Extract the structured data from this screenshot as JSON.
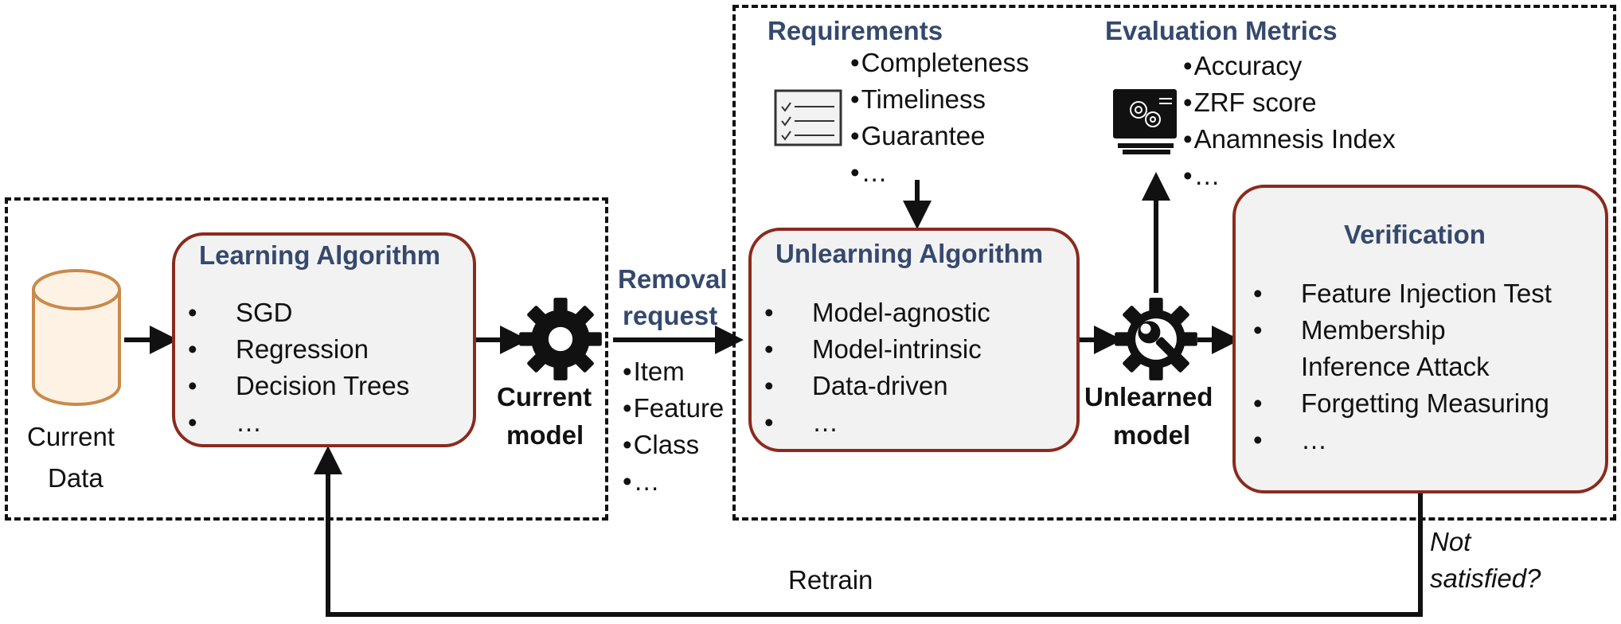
{
  "data_store": {
    "label_line1": "Current",
    "label_line2": "Data"
  },
  "learning": {
    "title": "Learning Algorithm",
    "items": [
      "SGD",
      "Regression",
      "Decision Trees",
      "…"
    ]
  },
  "current_model": {
    "line1": "Current",
    "line2": "model"
  },
  "removal": {
    "label_line1": "Removal",
    "label_line2": "request",
    "items": [
      "Item",
      "Feature",
      "Class",
      "…"
    ]
  },
  "requirements": {
    "title": "Requirements",
    "items": [
      "Completeness",
      "Timeliness",
      "Guarantee",
      "…"
    ]
  },
  "evaluation": {
    "title": "Evaluation Metrics",
    "items": [
      "Accuracy",
      "ZRF score",
      "Anamnesis Index",
      "…"
    ]
  },
  "unlearning": {
    "title": "Unlearning Algorithm",
    "items": [
      "Model-agnostic",
      "Model-intrinsic",
      "Data-driven",
      "…"
    ]
  },
  "unlearned_model": {
    "line1": "Unlearned",
    "line2": "model"
  },
  "verification": {
    "title": "Verification",
    "items": [
      "Feature Injection Test",
      "Membership",
      "Inference Attack",
      "Forgetting Measuring",
      "…"
    ]
  },
  "feedback": {
    "retrain": "Retrain",
    "not_satisfied_line1": "Not",
    "not_satisfied_line2": "satisfied?"
  },
  "colors": {
    "panel_border": "#8b2a1e",
    "title": "#35496e",
    "panel_fill": "#f2f2f2",
    "cylinder": "#c98a4a"
  },
  "icons": [
    "database-cylinder-icon",
    "gear-icon",
    "checklist-icon",
    "server-gear-icon",
    "wrench-gear-icon"
  ]
}
